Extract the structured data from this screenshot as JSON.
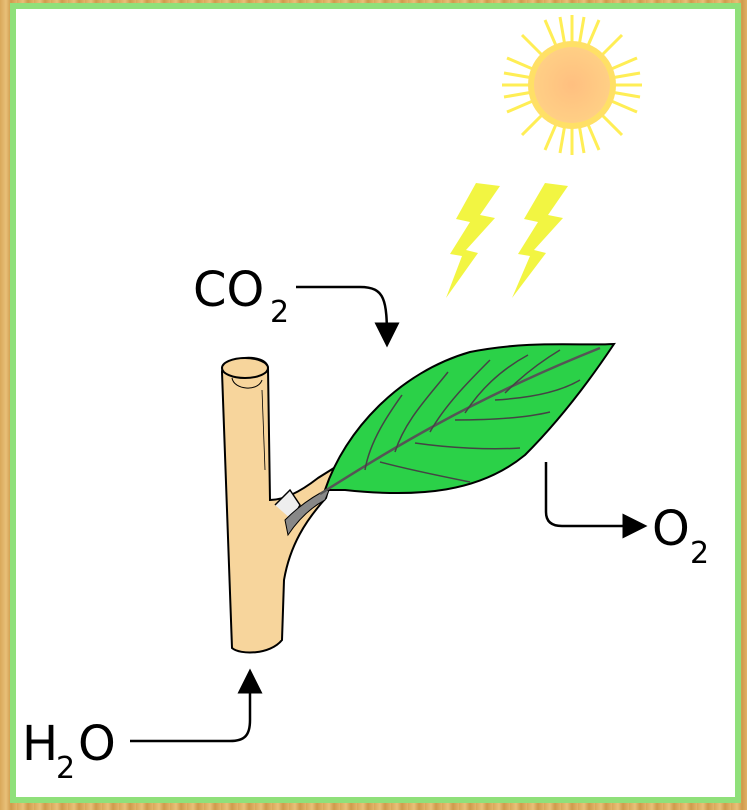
{
  "labels": {
    "co2_main": "CO",
    "co2_sub": "2",
    "o2_main": "O",
    "o2_sub": "2",
    "h2o_h": "H",
    "h2o_sub": "2",
    "h2o_o": "O"
  },
  "colors": {
    "frame": "#8fe07a",
    "background": "#e0b16a",
    "sun_core": "#ffc880",
    "sun_rays": "#ffee55",
    "light": "#f2f542",
    "leaf": "#2bd148",
    "stem": "#f7d59c"
  }
}
